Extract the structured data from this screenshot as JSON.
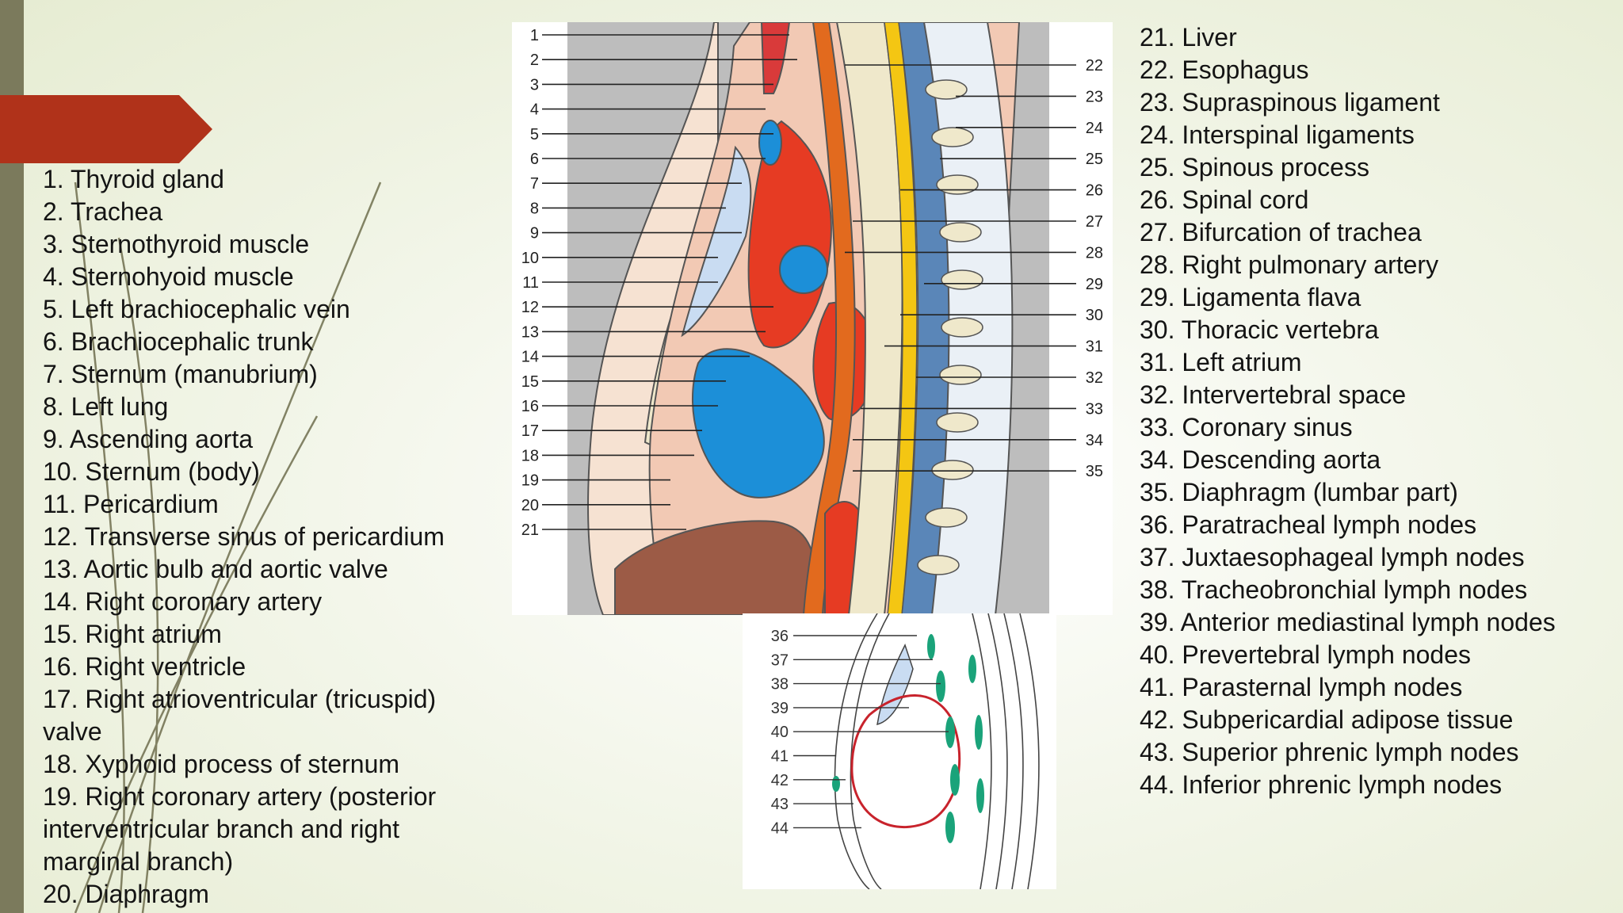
{
  "slide": {
    "accent_color": "#b0321a",
    "strip_color": "#7b7a5c"
  },
  "legend_left": [
    "1. Thyroid gland",
    "2. Trachea",
    "3. Sternothyroid muscle",
    "4. Sternohyoid muscle",
    "5. Left brachiocephalic vein",
    "6. Brachiocephalic trunk",
    "7. Sternum (manubrium)",
    "8. Left lung",
    "9. Ascending aorta",
    "10. Sternum (body)",
    "11. Pericardium",
    "12. Transverse sinus of pericardium",
    "13. Aortic bulb and aortic valve",
    "14. Right coronary artery",
    "15. Right atrium",
    "16. Right ventricle",
    "17. Right atrioventricular (tricuspid) valve",
    "18. Xyphoid process of sternum",
    "19. Right coronary artery (posterior interventricular branch and right marginal branch)",
    "20. Diaphragm"
  ],
  "legend_right": [
    "21. Liver",
    "22. Esophagus",
    "23. Supraspinous ligament",
    "24. Interspinal ligaments",
    "25. Spinous process",
    "26. Spinal cord",
    "27. Bifurcation of trachea",
    "28. Right pulmonary artery",
    "29. Ligamenta flava",
    "30. Thoracic vertebra",
    "31. Left atrium",
    "32. Intervertebral space",
    "33. Coronary sinus",
    "34. Descending aorta",
    "35. Diaphragm (lumbar part)",
    "36. Paratracheal lymph nodes",
    "37. Juxtaesophageal lymph nodes",
    "38. Tracheobronchial lymph nodes",
    "39. Anterior mediastinal lymph nodes",
    "40. Prevertebral lymph nodes",
    "41. Parasternal lymph nodes",
    "42. Subpericardial adipose tissue",
    "43. Superior phrenic lymph nodes",
    "44. Inferior phrenic lymph nodes"
  ],
  "main_figure": {
    "left_numbers": [
      "1",
      "2",
      "3",
      "4",
      "5",
      "6",
      "7",
      "8",
      "9",
      "10",
      "11",
      "12",
      "13",
      "14",
      "15",
      "16",
      "17",
      "18",
      "19",
      "20",
      "21"
    ],
    "right_numbers": [
      "22",
      "23",
      "24",
      "25",
      "26",
      "27",
      "28",
      "29",
      "30",
      "31",
      "32",
      "33",
      "34",
      "35"
    ],
    "colors": {
      "artery_red": "#e63b23",
      "vein_blue": "#1c8fd8",
      "liver_brown": "#9c5b46",
      "esophagus_orange": "#e26a1e",
      "spinal_cord_yellow": "#f4c613",
      "spinal_canal_blue": "#5a86b8",
      "bone_beige": "#efe8cb",
      "background_gray": "#bdbdbd",
      "tissue_pink": "#f2c9b4",
      "lung_lightblue": "#c9dcf2"
    }
  },
  "inset_figure": {
    "numbers": [
      "36",
      "37",
      "38",
      "39",
      "40",
      "41",
      "42",
      "43",
      "44"
    ],
    "colors": {
      "lymph_green": "#1aa37a",
      "pericardium_red": "#c8232c",
      "lung_lightblue": "#c9dcf2"
    }
  }
}
